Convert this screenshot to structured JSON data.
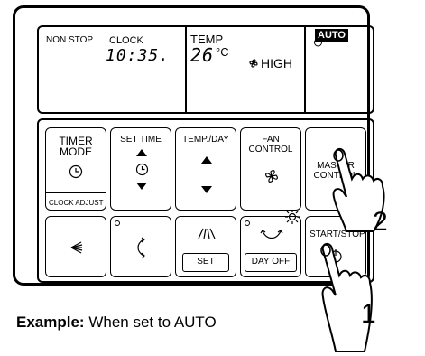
{
  "display": {
    "non_stop": "NON STOP",
    "clock_label": "CLOCK",
    "clock_value": "10:35.",
    "temp_label": "TEMP",
    "temp_value": "26",
    "temp_unit": "°C",
    "fan_speed": "HIGH",
    "mode": "AUTO"
  },
  "buttons": {
    "timer_mode": "TIMER\nMODE",
    "clock_adjust": "CLOCK ADJUST",
    "set_time": "SET TIME",
    "temp_day": "TEMP./DAY",
    "fan_control": "FAN\nCONTROL",
    "master_control": "MASTER\nCONTROL",
    "set": "SET",
    "day_off": "DAY OFF",
    "start_stop": "START/STOP"
  },
  "callouts": {
    "one": "1",
    "two": "2"
  },
  "caption": {
    "bold": "Example:",
    "text": " When set to AUTO"
  },
  "icons": [
    "clock-icon",
    "triangle-up-icon",
    "triangle-down-icon",
    "fan-icon",
    "louver-icon",
    "swing-icon",
    "airflow-icon",
    "wide-swing-icon",
    "power-icon",
    "sun-icon",
    "operation-mark-icon",
    "hand-pointer-icon"
  ]
}
